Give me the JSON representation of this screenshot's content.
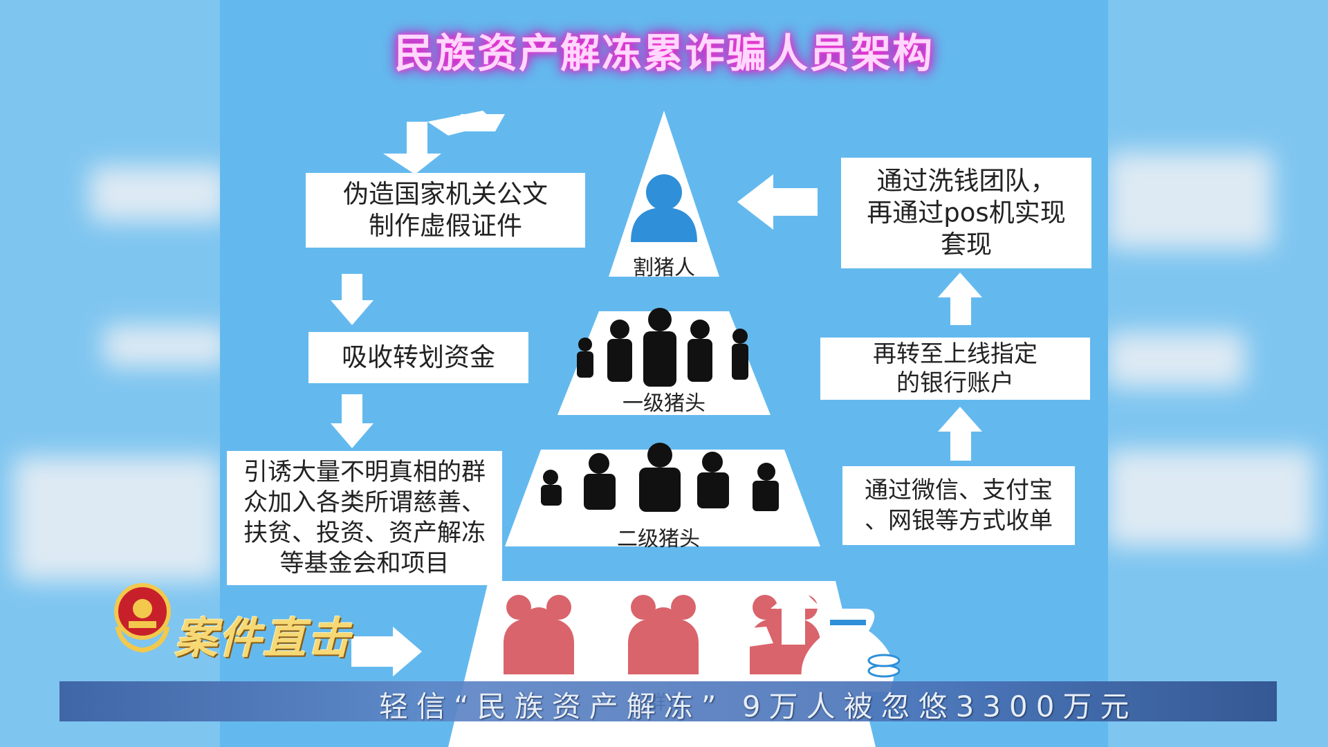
{
  "diagram": {
    "title": "民族资产解冻累诈骗人员架构",
    "pyramid": {
      "tier1": "割猪人",
      "tier2": "一级猪头",
      "tier3": "二级猪头",
      "tier4": "群众"
    },
    "left_flow": {
      "step1": "伪造国家机关公文\n制作虚假证件",
      "step2": "吸收转划资金",
      "step3": "引诱大量不明真相的群\n众加入各类所谓慈善、\n扶贫、投资、资产解冻\n等基金会和项目"
    },
    "right_flow": {
      "step1": "通过微信、支付宝\n、网银等方式收单",
      "step2": "再转至上线指定\n的银行账户",
      "step3": "通过洗钱团队，\n再通过pos机实现\n套现"
    }
  },
  "overlay": {
    "program_name": "案件直击",
    "ticker": "轻信“民族资产解冻” 9万人被忽悠3300万元"
  },
  "colors": {
    "background": "#63b9ee",
    "title_glow": "#e020c8",
    "crowd": "#d9646c",
    "silhouette": "#111111",
    "leader_icon": "#2f8fd8"
  }
}
